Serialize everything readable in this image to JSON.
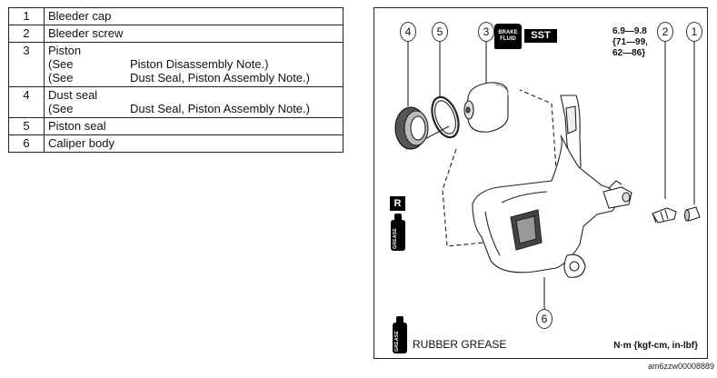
{
  "parts": [
    {
      "no": "1",
      "lines": [
        {
          "text": "Bleeder cap"
        }
      ]
    },
    {
      "no": "2",
      "lines": [
        {
          "text": "Bleeder screw"
        }
      ]
    },
    {
      "no": "3",
      "lines": [
        {
          "text": "Piston"
        },
        {
          "text": "(See",
          "ref": "Piston Disassembly Note.)"
        },
        {
          "text": "(See",
          "ref": "Dust Seal, Piston Assembly Note.)"
        }
      ]
    },
    {
      "no": "4",
      "lines": [
        {
          "text": "Dust seal"
        },
        {
          "text": "(See",
          "ref": "Dust Seal, Piston Assembly Note.)"
        }
      ]
    },
    {
      "no": "5",
      "lines": [
        {
          "text": "Piston seal"
        }
      ]
    },
    {
      "no": "6",
      "lines": [
        {
          "text": "Caliper body"
        }
      ]
    }
  ],
  "figure": {
    "callouts": {
      "c1": "1",
      "c2": "2",
      "c3": "3",
      "c4": "4",
      "c5": "5",
      "c6": "6"
    },
    "torque_spec": "6.9—9.8\n{71—99,\n62—86}",
    "sst_icon_line1": "BRAKE",
    "sst_icon_line2": "FLUID",
    "sst_label": "SST",
    "replace_label": "R",
    "grease_icon_text": "GREASE",
    "legend_text": "RUBBER GREASE",
    "units_text": "N·m {kgf-cm, in-lbf}"
  },
  "image_id": "am6zzw00008889"
}
